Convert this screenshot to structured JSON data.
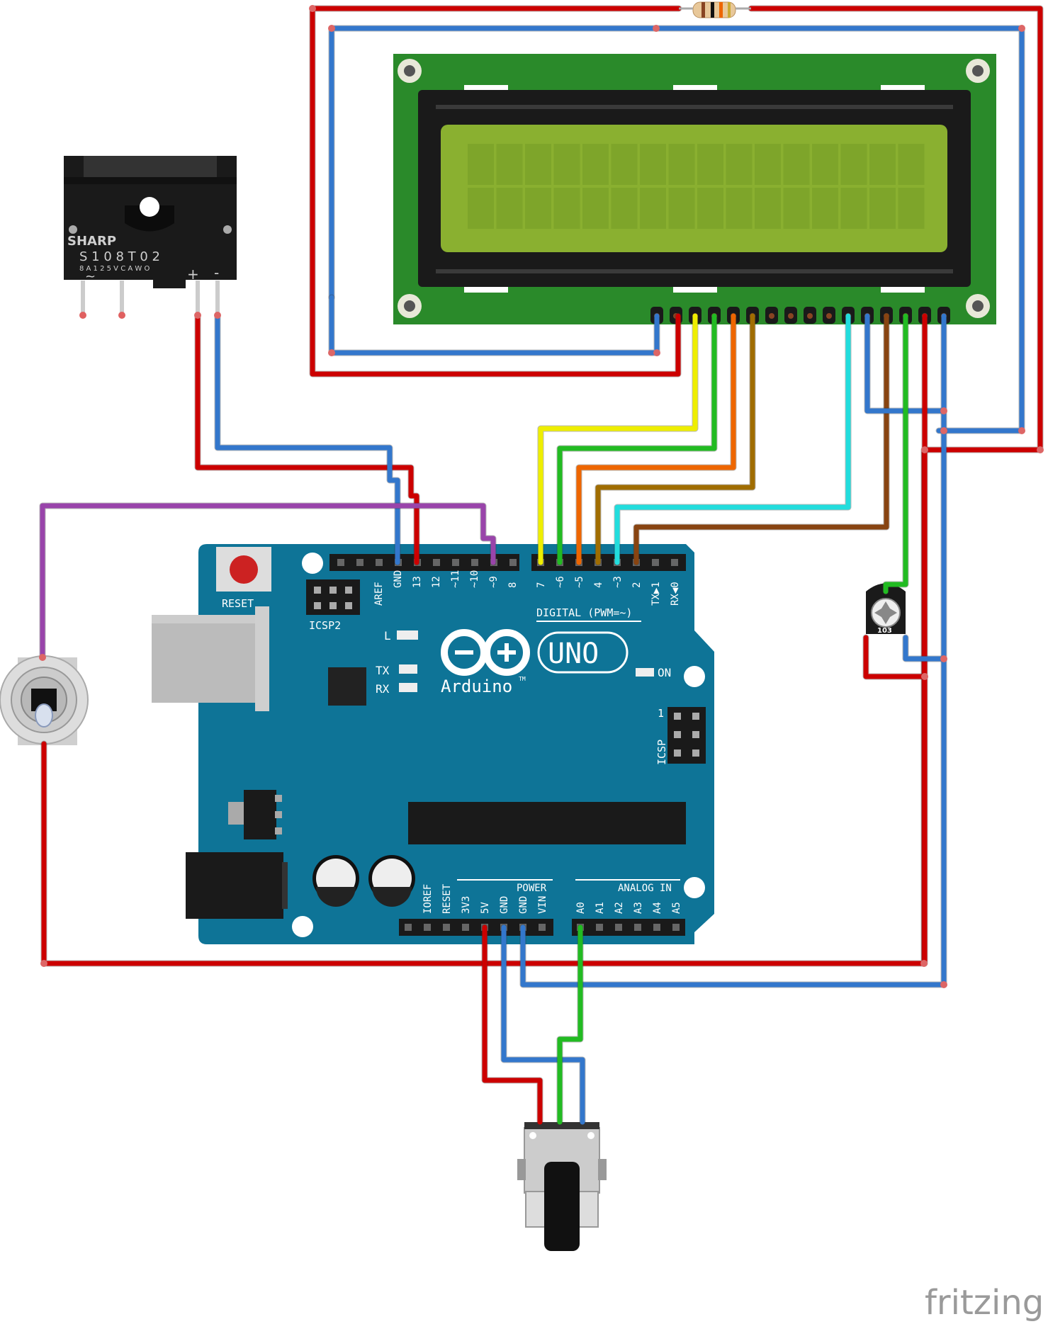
{
  "watermark": "fritzing",
  "relay": {
    "brand": "SHARP",
    "model": "S 1 0 8 T 0 2",
    "rating": "8 A 1 2 5 V C A   W O",
    "tilde": "~",
    "plus": "+",
    "minus": "-"
  },
  "arduino": {
    "reset_label": "RESET",
    "icsp2_label": "ICSP2",
    "icsp_label": "ICSP",
    "icsp_pin1": "1",
    "led_l": "L",
    "led_tx": "TX",
    "led_rx": "RX",
    "on_label": "ON",
    "logo_uno": "UNO",
    "logo_brand": "Arduino",
    "logo_tm": "TM",
    "digital_label": "DIGITAL (PWM=~)",
    "power_label": "POWER",
    "analog_label": "ANALOG IN",
    "top_pins": [
      "AREF",
      "GND",
      "13",
      "12",
      "~11",
      "~10",
      "~9",
      "8",
      "7",
      "~6",
      "~5",
      "4",
      "~3",
      "2",
      "TX▶1",
      "RX◀0"
    ],
    "bottom_pins": [
      "IOREF",
      "RESET",
      "3V3",
      "5V",
      "GND",
      "GND",
      "VIN",
      "A0",
      "A1",
      "A2",
      "A3",
      "A4",
      "A5"
    ]
  },
  "trimmer": {
    "code": "103"
  },
  "colors": {
    "red": "#cc0000",
    "blue": "#3377cc",
    "yellow": "#eeee00",
    "green": "#22bb22",
    "orange": "#ee6600",
    "brown_light": "#a06d00",
    "cyan": "#22dddd",
    "brown_dark": "#884411",
    "purple": "#9944aa",
    "board": "#0e7497",
    "lcd_pcb": "#2a8a2a",
    "lcd_screen": "#8ab030"
  }
}
